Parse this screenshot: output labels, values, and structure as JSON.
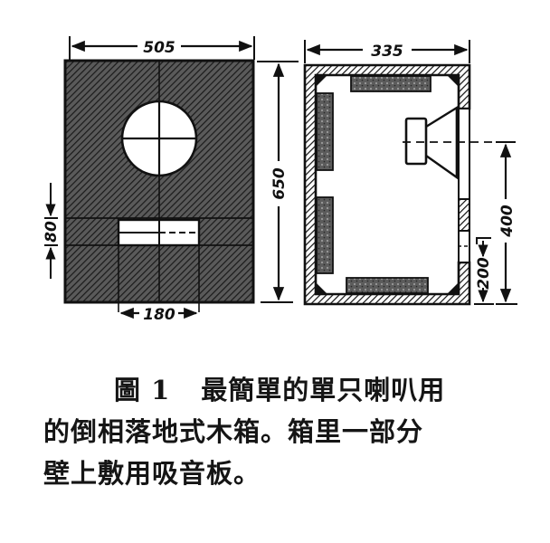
{
  "figure": {
    "front_view": {
      "width_dim": "505",
      "height_dim": "650",
      "port_height_dim": "80",
      "port_width_dim": "180",
      "elements": [
        "cabinet-front-panel",
        "speaker-cutout",
        "bass-reflex-port"
      ]
    },
    "side_section": {
      "depth_dim": "335",
      "speaker_axis_height_dim": "400",
      "port_height_dim": "200",
      "elements": [
        "cabinet-walls",
        "absorber-panels",
        "speaker-driver",
        "port-opening"
      ]
    },
    "colors": {
      "ink": "#111111",
      "panel_fill": "#4a4a4a",
      "absorber_fill": "#6a6a6a",
      "paper": "#ffffff"
    }
  },
  "caption": {
    "label": "圖 1",
    "line1": "最簡單的單只喇叭用",
    "line2": "的倒相落地式木箱。箱里一部分",
    "line3": "壁上敷用吸音板。"
  }
}
